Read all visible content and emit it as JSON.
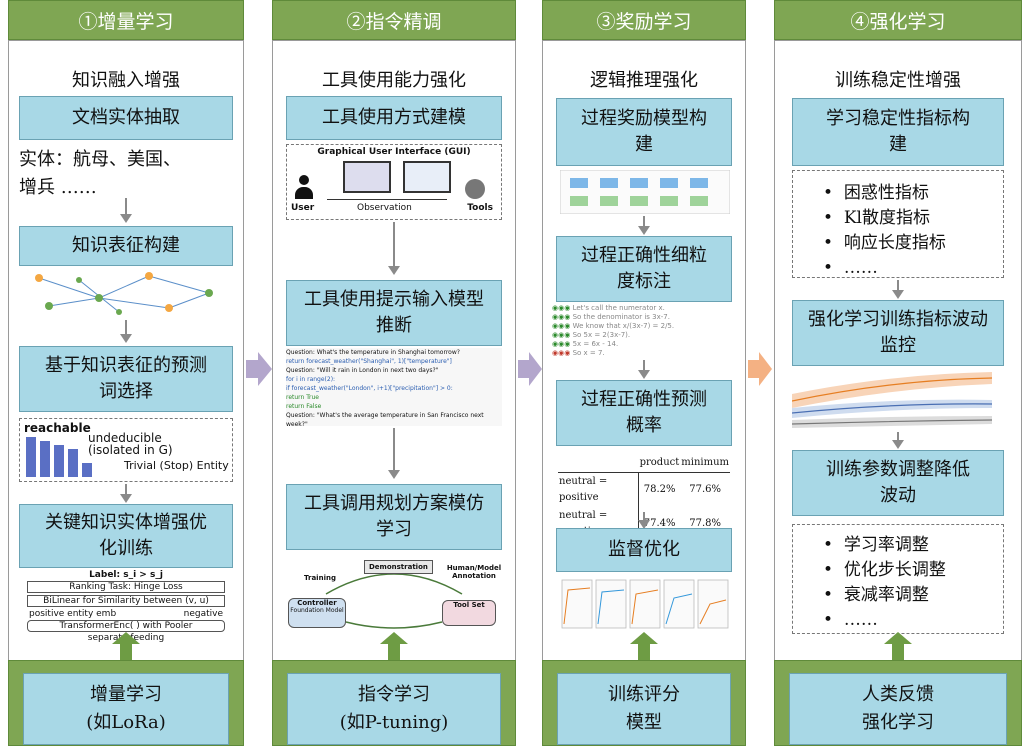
{
  "columns": [
    {
      "header": "①增量学习",
      "subtitle": "知识融入增强",
      "boxes": [
        "文档实体抽取",
        "知识表征构建",
        "基于知识表征的预测词选择",
        "关键知识实体增强优化训练"
      ],
      "entity_text_line1": "实体：航母、美国、",
      "entity_text_line2": "增兵 ……",
      "pred_labels": {
        "reachable": "reachable",
        "undeducible": "undeducible",
        "isolated": "(isolated in G)",
        "trivial": "Trivial (Stop) Entity"
      },
      "ranking": {
        "label": "Label: s_i > s_j",
        "task": "Ranking Task: Hinge Loss",
        "bilinear": "BiLinear for Similarity between (v, u)",
        "pos": "positive entity emb",
        "neg": "negative",
        "enc": "TransformerEnc( ) with Pooler",
        "sep": "separate feeding"
      },
      "footer_line1": "增量学习",
      "footer_line2": "(如LoRa)"
    },
    {
      "header": "②指令精调",
      "subtitle": "工具使用能力强化",
      "boxes": [
        "工具使用方式建模",
        "工具使用提示输入模型推断",
        "工具调用规划方案模仿学习"
      ],
      "gui": {
        "title": "Graphical User Interface (GUI)",
        "user": "User",
        "tools": "Tools",
        "observation": "Observation"
      },
      "code_lines": [
        "Question: What's the temperature in Shanghai tomorrow?",
        "return forecast_weather(\"Shanghai\", 1)[\"temperature\"]",
        "Question: \"Will it rain in London in next two days?\"",
        "for i in range(2):",
        "    if forecast_weather(\"London\", i+1)[\"precipitation\"] > 0:",
        "        return True",
        "return False",
        "Question: \"What's the average temperature in San Francisco next week?\""
      ],
      "plan": {
        "demo": "Demonstration",
        "training": "Training",
        "annotation": "Human/Model Annotation",
        "controller": "Controller",
        "foundation": "Foundation Model",
        "toolset": "Tool Set"
      },
      "footer_line1": "指令学习",
      "footer_line2": "(如P-tuning)"
    },
    {
      "header": "③奖励学习",
      "subtitle": "逻辑推理强化",
      "boxes": [
        "过程奖励模型构建",
        "过程正确性细粒度标注",
        "过程正确性预测概率",
        "监督优化"
      ],
      "steps": [
        "Let's call the numerator x.",
        "So the denominator is 3x-7.",
        "We know that x/(3x-7) = 2/5.",
        "So 5x = 2(3x-7).",
        "5x = 6x - 14.",
        "So x = 7."
      ],
      "table": {
        "headers": [
          "",
          "product",
          "minimum"
        ],
        "rows": [
          [
            "neutral = positive",
            "78.2%",
            "77.6%"
          ],
          [
            "neutral = negative",
            "77.4%",
            "77.8%"
          ]
        ]
      },
      "footer_line1": "训练评分",
      "footer_line2": "模型"
    },
    {
      "header": "④强化学习",
      "subtitle": "训练稳定性增强",
      "boxes": [
        "学习稳定性指标构建",
        "强化学习训练指标波动监控",
        "训练参数调整降低波动"
      ],
      "list1": [
        "困惑性指标",
        "Kl散度指标",
        "响应长度指标",
        "……"
      ],
      "list2": [
        "学习率调整",
        "优化步长调整",
        "衰减率调整",
        "……"
      ],
      "footer_line1": "人类反馈",
      "footer_line2": "强化学习"
    }
  ],
  "colors": {
    "header": "#7fa653",
    "box": "#a8d8e6",
    "arrow1": "#b3a6cc",
    "arrow3": "#f4b183"
  }
}
